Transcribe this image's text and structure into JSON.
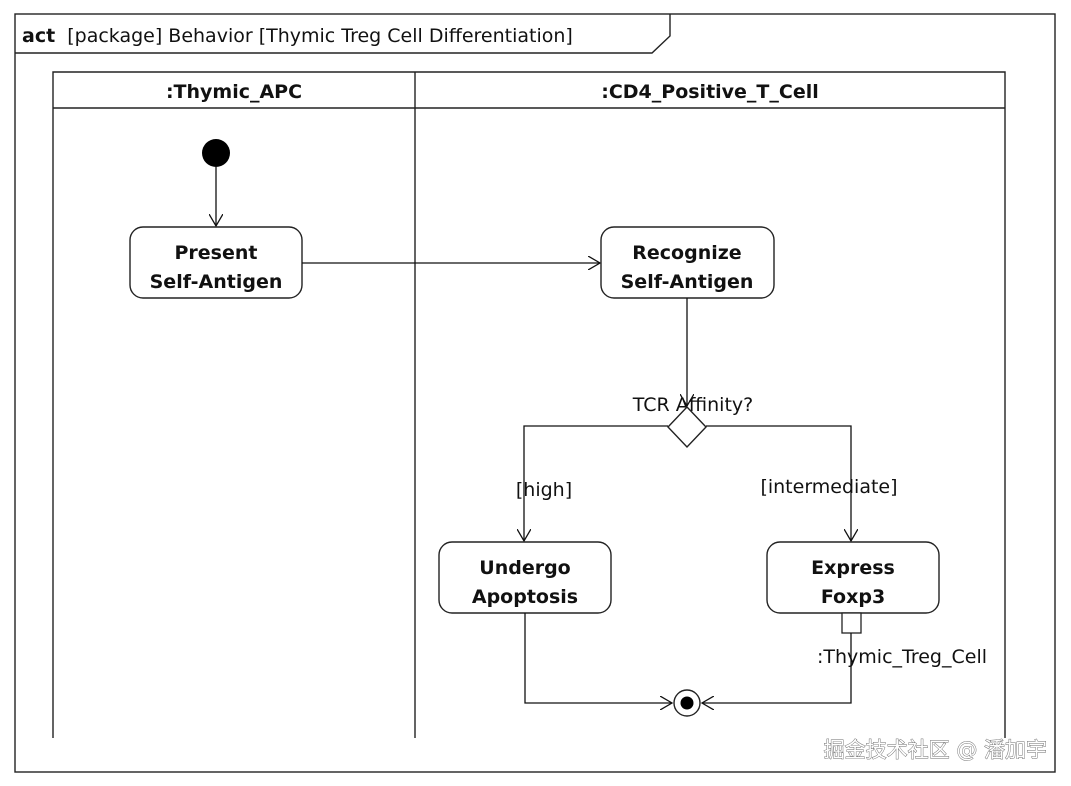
{
  "frame": {
    "keyword": "act",
    "title": "[package] Behavior [Thymic Treg Cell Differentiation]"
  },
  "swimlanes": [
    {
      "title": ":Thymic_APC"
    },
    {
      "title": ":CD4_Positive_T_Cell"
    }
  ],
  "actions": {
    "present": {
      "line1": "Present",
      "line2": "Self-Antigen"
    },
    "recognize": {
      "line1": "Recognize",
      "line2": "Self-Antigen"
    },
    "apoptosis": {
      "line1": "Undergo",
      "line2": "Apoptosis"
    },
    "foxp3": {
      "line1": "Express",
      "line2": "Foxp3"
    }
  },
  "decision": {
    "label": "TCR Affinity?"
  },
  "guards": {
    "high": "[high]",
    "intermediate": "[intermediate]"
  },
  "pin": {
    "label": ":Thymic_Treg_Cell"
  },
  "watermark": "掘金技术社区 @ 潘加宇"
}
